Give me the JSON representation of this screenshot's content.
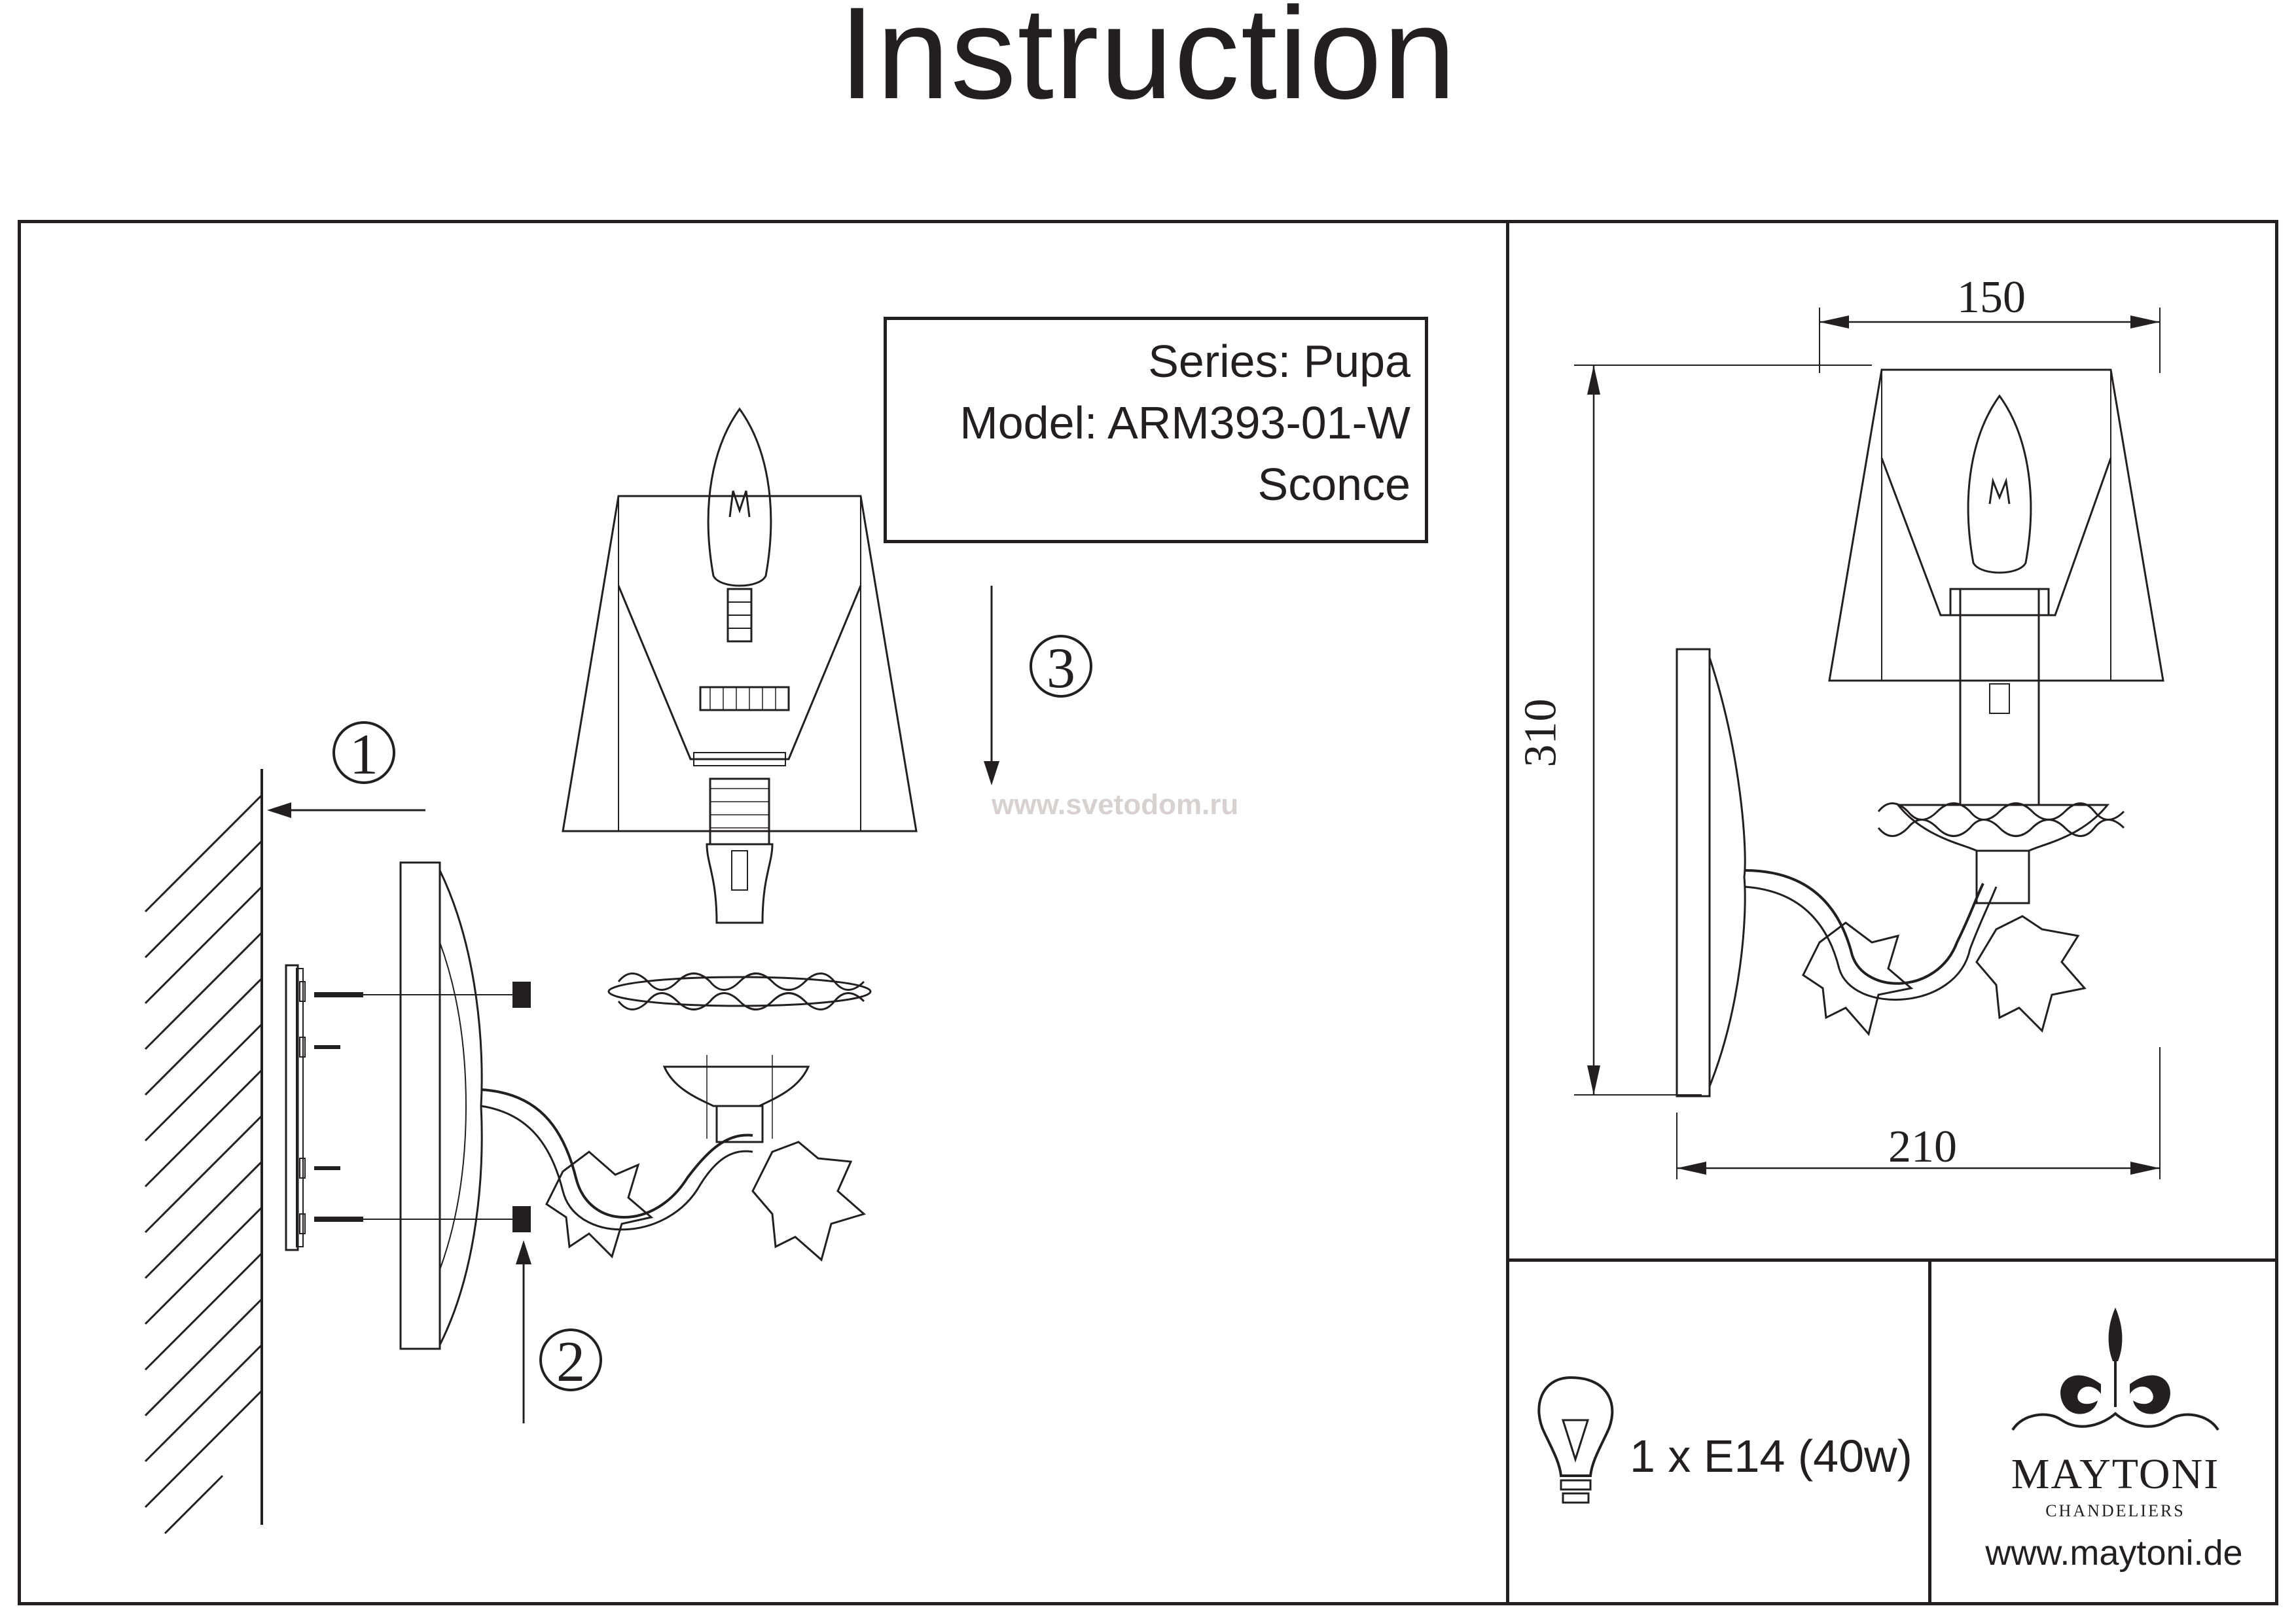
{
  "document": {
    "title": "Instruction"
  },
  "product": {
    "series": "Series: Pupa",
    "model": "Model: ARM393-01-W",
    "type": "Sconce"
  },
  "steps": [
    "1",
    "2",
    "3"
  ],
  "dimensions": {
    "width": "150",
    "height": "310",
    "depth": "210"
  },
  "bulb": {
    "spec": "1 x E14 (40w)",
    "icon": "light-bulb-icon"
  },
  "brand": {
    "name": "MAYTONI",
    "subtitle": "CHANDELIERS",
    "url": "www.maytoni.de"
  },
  "watermark": "www.svetodom.ru"
}
